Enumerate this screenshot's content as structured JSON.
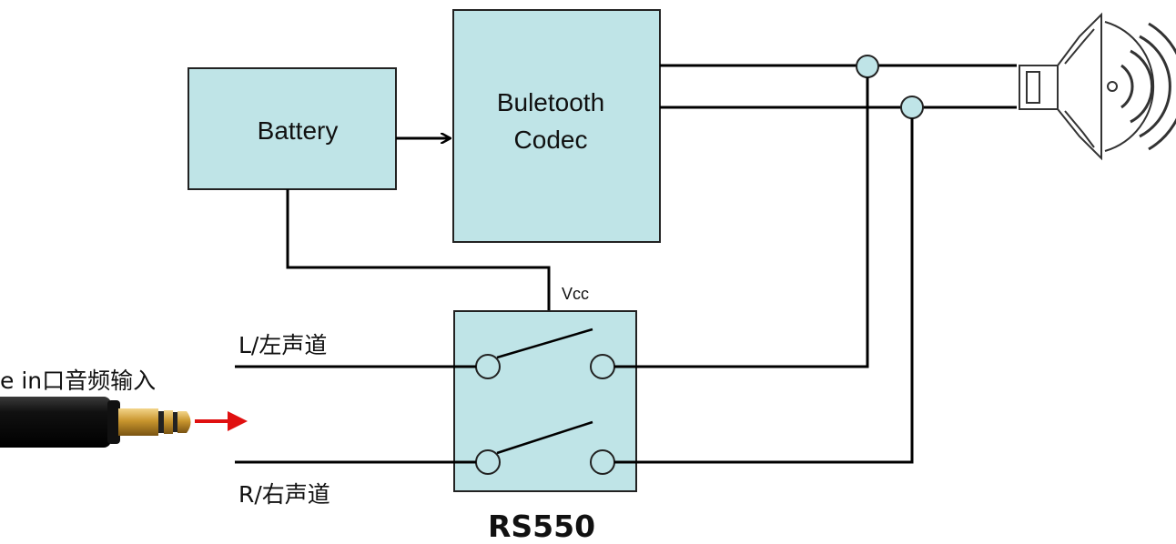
{
  "blocks": {
    "battery": "Battery",
    "codec_line1": "Buletooth",
    "codec_line2": "Codec",
    "switch_chip": "RS550"
  },
  "labels": {
    "vcc": "Vcc",
    "left_channel": "L/左声道",
    "right_channel": "R/右声道",
    "line_in": "e in口音频输入"
  },
  "colors": {
    "block_fill": "#bfe4e7",
    "wire": "#000000",
    "arrow_red": "#e01010"
  },
  "icons": {
    "speaker": "speaker-icon",
    "audio_jack": "audio-jack-icon"
  }
}
